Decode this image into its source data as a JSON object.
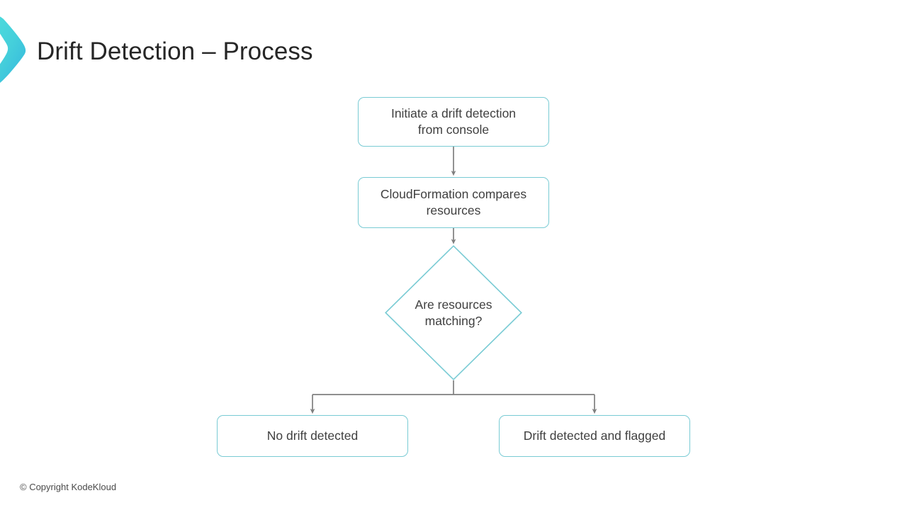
{
  "slide": {
    "title": "Drift Detection – Process",
    "background_color": "#ffffff"
  },
  "brand": {
    "logo_icon": "chevron-right-logo-icon",
    "gradient_start": "#4fe0dd",
    "gradient_end": "#33b6dd"
  },
  "theme": {
    "node_border_color": "#79cbd4",
    "node_text_color": "#3f3f3f",
    "connector_color": "#7f7f7f",
    "title_color": "#262626"
  },
  "flowchart": {
    "type": "flowchart",
    "orientation": "top-to-bottom",
    "nodes": [
      {
        "id": "initiate",
        "shape": "rounded-rectangle",
        "label": "Initiate a drift detection\nfrom console"
      },
      {
        "id": "compare",
        "shape": "rounded-rectangle",
        "label": "CloudFormation compares\nresources"
      },
      {
        "id": "decision",
        "shape": "diamond",
        "label": "Are resources\nmatching?"
      },
      {
        "id": "no-drift",
        "shape": "rounded-rectangle",
        "label": "No drift detected"
      },
      {
        "id": "drift",
        "shape": "rounded-rectangle",
        "label": "Drift detected and flagged"
      }
    ],
    "edges": [
      {
        "from": "initiate",
        "to": "compare",
        "label": ""
      },
      {
        "from": "compare",
        "to": "decision",
        "label": ""
      },
      {
        "from": "decision",
        "to": "no-drift",
        "label": ""
      },
      {
        "from": "decision",
        "to": "drift",
        "label": ""
      }
    ]
  },
  "footer": {
    "copyright": "© Copyright KodeKloud"
  }
}
